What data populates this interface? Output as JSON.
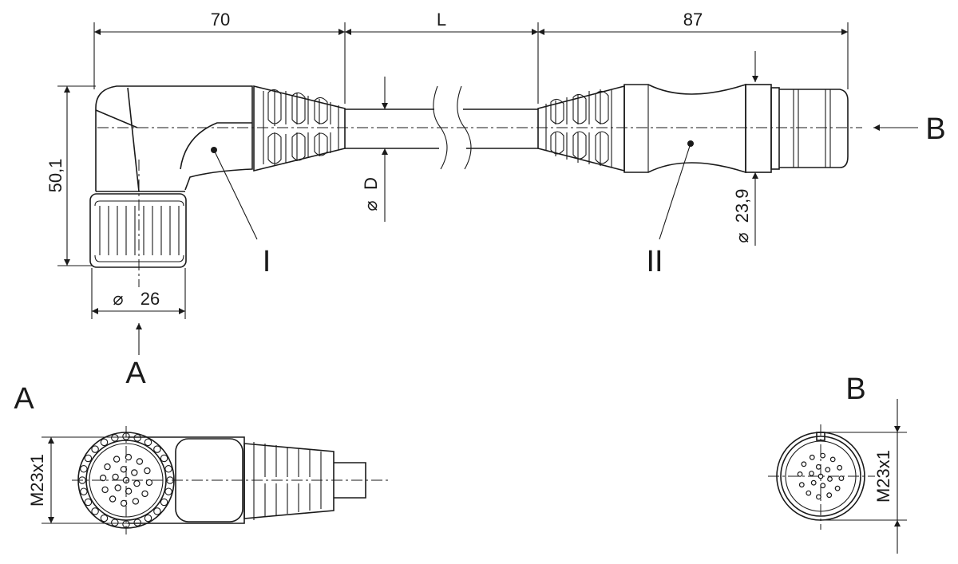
{
  "dimensions": {
    "length_left": "70",
    "length_cable": "L",
    "length_right": "87",
    "height_left": "50,1",
    "diameter_nut": "26",
    "diameter_cable": "D",
    "diameter_body": "23,9",
    "thread_view_a": "M23x1",
    "thread_view_b": "M23x1",
    "diameter_symbol": "⌀"
  },
  "labels": {
    "part_one": "I",
    "part_two": "II",
    "view_a_arrow": "A",
    "view_b_arrow": "B",
    "view_a_title": "A",
    "view_b_title": "B"
  }
}
